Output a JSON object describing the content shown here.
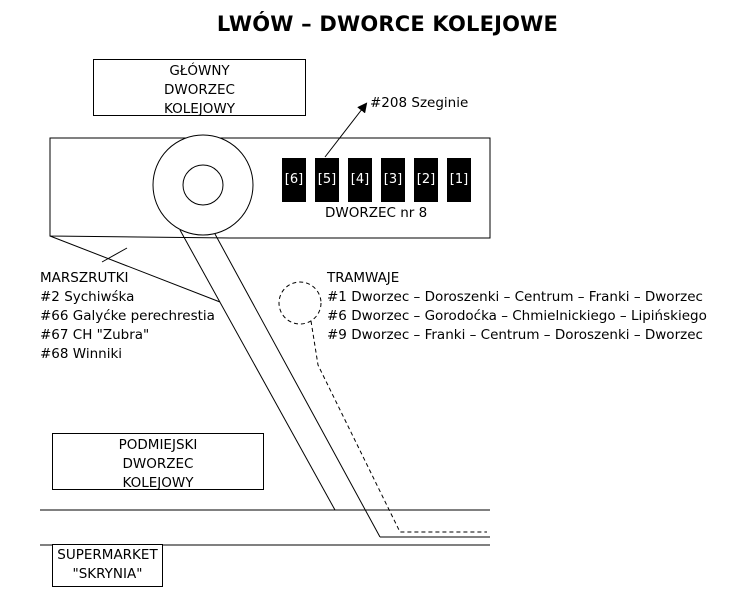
{
  "title": "LWÓW – DWORCE KOLEJOWE",
  "main_station": [
    "GŁÓWNY",
    "DWORZEC",
    "KOLEJOWY"
  ],
  "bus_208": "#208 Szeginie",
  "platforms": [
    "[6]",
    "[5]",
    "[4]",
    "[3]",
    "[2]",
    "[1]"
  ],
  "station8_label": "DWORZEC nr 8",
  "marszrutki": {
    "heading": "MARSZRUTKI",
    "routes": [
      "#2 Sychiwśka",
      "#66 Galyćke perechrestia",
      "#67 CH \"Zubra\"",
      "#68 Winniki"
    ]
  },
  "tramwaje": {
    "heading": "TRAMWAJE",
    "routes": [
      "#1 Dworzec – Doroszenki – Centrum – Franki – Dworzec",
      "#6 Dworzec – Gorodoćka – Chmielnickiego – Lipińskiego",
      "#9 Dworzec – Franki – Centrum – Doroszenki – Dworzec"
    ]
  },
  "suburban_station": [
    "PODMIEJSKI",
    "DWORZEC",
    "KOLEJOWY"
  ],
  "supermarket": [
    "SUPERMARKET",
    "\"SKRYNIA\""
  ]
}
